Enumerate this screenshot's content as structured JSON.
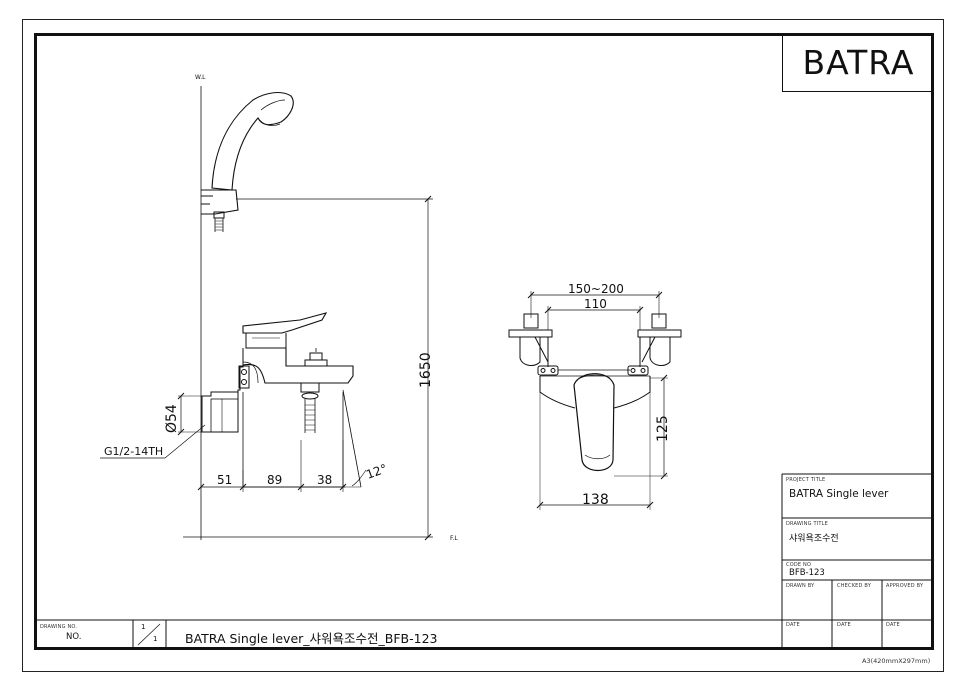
{
  "brand": "BATRA",
  "side_view": {
    "wl_label": "W.L",
    "fl_label": "F.L",
    "height_dim": "1650",
    "diameter_dim": "Ø54",
    "thread_label": "G1/2-14TH",
    "dim_51": "51",
    "dim_89": "89",
    "dim_38": "38",
    "angle_label": "12°"
  },
  "front_view": {
    "dim_top_range": "150~200",
    "dim_110": "110",
    "dim_125": "125",
    "dim_138": "138"
  },
  "title_block": {
    "project_title_label": "PROJECT TITLE",
    "project_title": "BATRA Single lever",
    "drawing_title_label": "DRAWING TITLE",
    "drawing_title": "샤워욕조수전",
    "code_no_label": "CODE NO",
    "code_no": "BFB-123",
    "drawn_by_label": "DRAWN BY",
    "checked_by_label": "CHECKED BY",
    "approved_by_label": "APPROVED BY",
    "date_label_1": "DATE",
    "date_label_2": "DATE",
    "date_label_3": "DATE"
  },
  "bottom_bar": {
    "drawing_no_label": "DRAWING NO.",
    "no_label": "NO.",
    "sheet_top": "1",
    "sheet_bottom": "1",
    "full_title": "BATRA Single lever_샤워욕조수전_BFB-123"
  },
  "paper_size": "A3(420mmX297mm)"
}
